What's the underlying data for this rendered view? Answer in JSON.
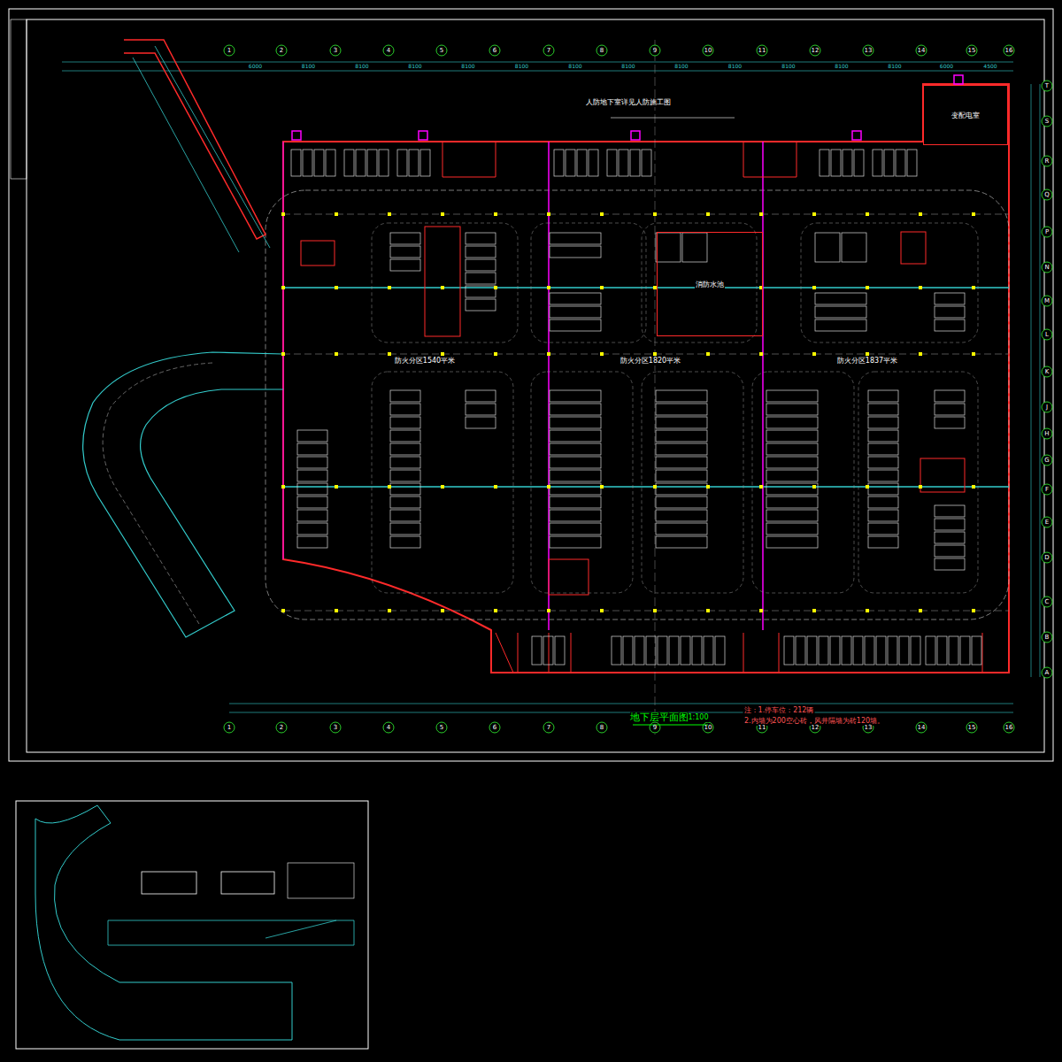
{
  "diagram": {
    "title": "地下层平面图",
    "nodes": [
      {
        "text": [
          "变配电室"
        ]
      },
      {
        "text": [
          "消防水池"
        ]
      }
    ],
    "labels": [
      "人防地下室详见人防施工图",
      "防火分区1540平米",
      "防火分区1820平米",
      "防火分区1837平米",
      "1:100",
      "注：1.停车位：212辆",
      "2.内墙为200空心砖，风井隔墙为砖120墙。",
      "1",
      "2",
      "3",
      "4",
      "5",
      "6",
      "7",
      "8",
      "9",
      "10",
      "11",
      "12",
      "13",
      "14",
      "15",
      "16",
      "1",
      "2",
      "3",
      "4",
      "5",
      "6",
      "7",
      "8",
      "9",
      "10",
      "11",
      "12",
      "13",
      "14",
      "15",
      "16",
      "A",
      "B",
      "C",
      "D",
      "E",
      "F",
      "G",
      "H",
      "J",
      "K",
      "L",
      "M",
      "N",
      "P",
      "Q",
      "R",
      "S",
      "T",
      "6000",
      "8100",
      "8100",
      "8100",
      "8100",
      "8100",
      "8100",
      "8100",
      "8100",
      "8100",
      "8100",
      "8100",
      "8100",
      "6000",
      "4500"
    ]
  }
}
